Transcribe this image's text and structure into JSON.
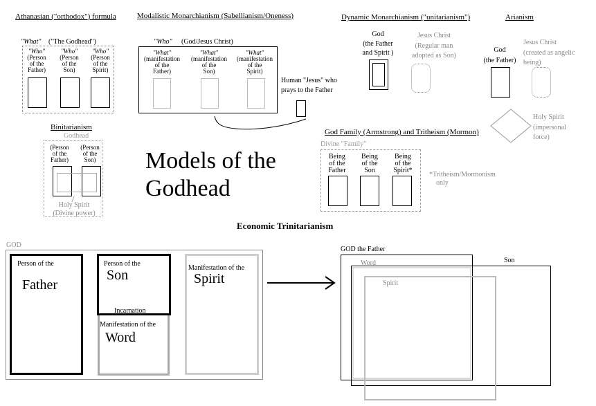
{
  "main_title": [
    "Models of the",
    "Godhead"
  ],
  "athanasian": {
    "heading": "Athanasian (\"orthodox\") formula",
    "what": "\"What\"",
    "godhead": "(\"The Godhead\")",
    "persons": [
      {
        "who": "\"Who\"",
        "label": [
          "(Person",
          "of the",
          "Father)"
        ]
      },
      {
        "who": "\"Who\"",
        "label": [
          "(Person",
          "of the",
          "Son)"
        ]
      },
      {
        "who": "\"Who\"",
        "label": [
          "(Person",
          "of the",
          "Spirit)"
        ]
      }
    ]
  },
  "modalistic": {
    "heading": "Modalistic Monarchianism (Sabellianism/Oneness)",
    "who": "\"Who\"",
    "god_jesus": "(God/Jesus Christ)",
    "modes": [
      {
        "what": "\"What\"",
        "label": [
          "(manifestation",
          "of  the",
          "Father)"
        ]
      },
      {
        "what": "\"What\"",
        "label": [
          "(manifestation",
          "of  the",
          "Son)"
        ]
      },
      {
        "what": "\"What\"",
        "label": [
          "(manifestation",
          "of  the",
          "Spirit)"
        ]
      }
    ],
    "human_jesus": [
      "Human \"Jesus\" who",
      "prays to the Father"
    ]
  },
  "dynamic": {
    "heading": "Dynamic Monarchianism (\"unitarianism\")",
    "god": [
      "God",
      "(the Father",
      "and Spirit )"
    ],
    "jesus": [
      "Jesus Christ",
      "(Regular man",
      "adopted as Son)"
    ]
  },
  "arianism": {
    "heading": "Arianism",
    "god": [
      "God",
      "(the Father)"
    ],
    "jesus": [
      "Jesus Christ",
      "(created as angelic",
      "being)"
    ],
    "spirit": [
      "Holy Spirit",
      "(impersonal",
      "force)"
    ]
  },
  "binitarianism": {
    "heading": "Binitarianism",
    "godhead": "Godhead",
    "father": [
      "(Person",
      "of the",
      "Father)"
    ],
    "son": [
      "(Person",
      "of the",
      "Son)"
    ],
    "spirit": [
      "Holy Spirit",
      "(Divine power)"
    ]
  },
  "god_family": {
    "heading": "God Family (Armstrong) and Tritheism (Mormon)",
    "family": "Divine \"Family\"",
    "beings": [
      {
        "label": [
          "Being",
          "of the",
          "Father"
        ]
      },
      {
        "label": [
          "Being",
          "of the",
          "Son"
        ]
      },
      {
        "label": [
          "Being",
          "of the",
          "Spirit*"
        ]
      }
    ],
    "note": [
      "*Tritheism/Mormonism",
      "only"
    ]
  },
  "economic": {
    "heading": "Economic Trinitarianism",
    "god": "GOD",
    "father_small": "Person of the",
    "father_big": "Father",
    "son_small": "Person of the",
    "son_big": "Son",
    "incarnation": "Incarnation",
    "word_small": "Manifestation of the",
    "word_big": "Word",
    "spirit_small": "Manifestation of the",
    "spirit_big": "Spirit",
    "right_god": "GOD the Father",
    "right_word": "Word",
    "right_son": "Son",
    "right_spirit": "Spirit"
  }
}
